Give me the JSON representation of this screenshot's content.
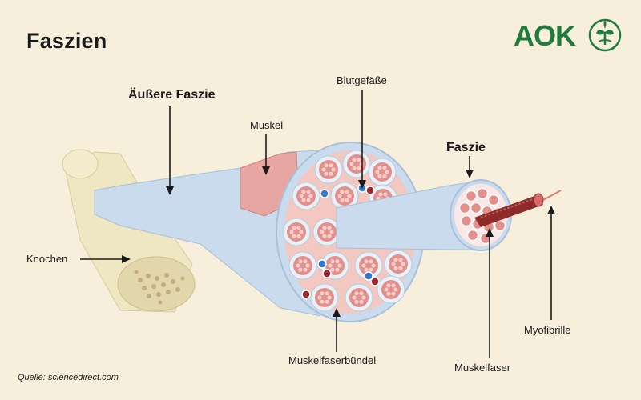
{
  "title": "Faszien",
  "logo": {
    "text": "AOK",
    "color": "#1f7a3e",
    "icon": "aok-tree-icon"
  },
  "labels": {
    "outer_fascia": "Äußere Faszie",
    "muscle": "Muskel",
    "blood_vessels": "Blutgefäße",
    "fascia": "Faszie",
    "bone": "Knochen",
    "muscle_fiber_bundle": "Muskelfaserbündel",
    "myofibril": "Myofibrille",
    "muscle_fiber": "Muskelfaser"
  },
  "source": "Quelle: sciencedirect.com",
  "colors": {
    "background": "#f7efdc",
    "fascia_blue": "#c9dbec",
    "muscle_pink": "#e8a6a2",
    "bone": "#efe6c2",
    "fiber_red": "#8e2a2a",
    "vessel_blue": "#2f7bd0",
    "vessel_red": "#a12a32"
  }
}
